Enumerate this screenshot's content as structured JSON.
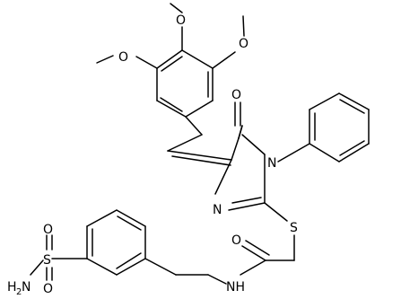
{
  "atoms": {
    "o_methoxy_top": "O",
    "o_methoxy_right": "O",
    "o_methoxy_left": "O",
    "o_carbonyl_ring": "O",
    "n_ring_phenyl": "N",
    "n_ring_imine": "N",
    "s_thioether": "S",
    "o_amide": "O",
    "nh_amide": "NH",
    "s_sulfonyl": "S",
    "o_sulfonyl_top": "O",
    "o_sulfonyl_bottom": "O",
    "nh2_sulfonamide_main": "H",
    "nh2_sulfonamide_sub": "2",
    "nh2_sulfonamide_n": "N"
  }
}
